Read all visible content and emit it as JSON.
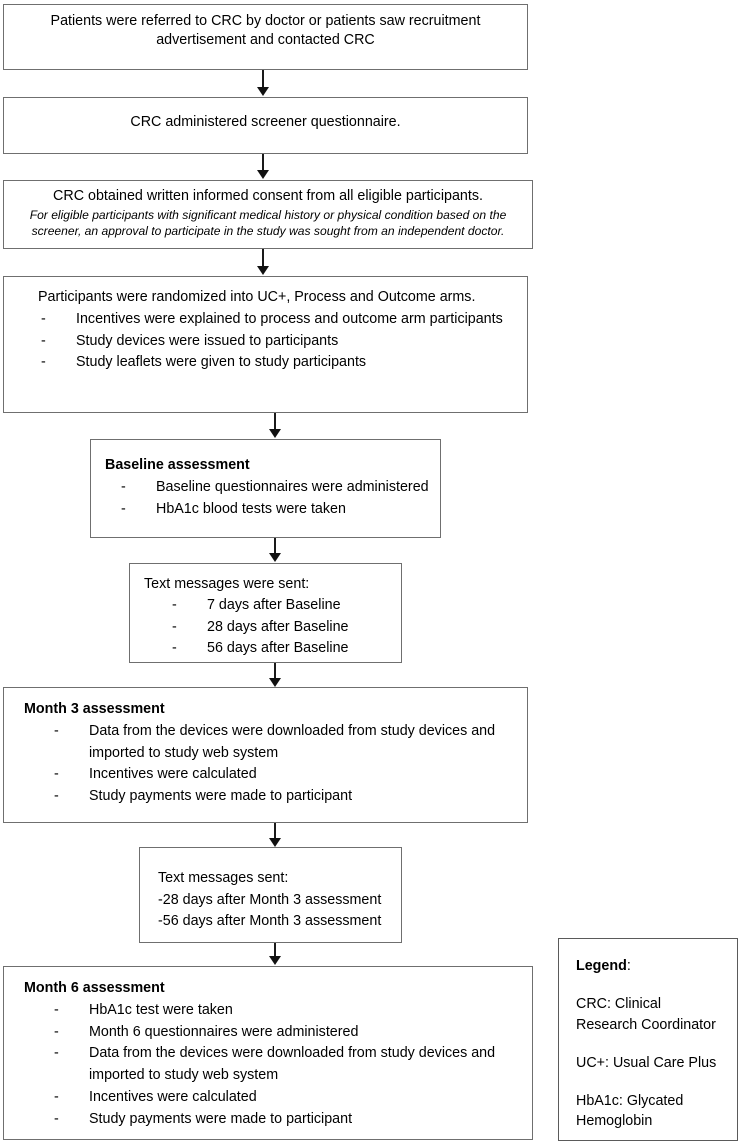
{
  "flow": {
    "steps": [
      {
        "id": "referral",
        "title": "Patients were referred to CRC by doctor or patients saw recruitment advertisement and contacted CRC",
        "align": "center"
      },
      {
        "id": "screener",
        "title": "CRC administered screener questionnaire.",
        "align": "center"
      },
      {
        "id": "consent",
        "title": "CRC obtained written informed consent from all eligible participants.",
        "note": "For eligible participants with significant medical history or physical condition based on the screener, an approval to participate in the study was sought from an independent doctor."
      },
      {
        "id": "randomization",
        "title": "Participants were randomized into UC+, Process and Outcome arms.",
        "items": [
          "Incentives were explained to process and outcome arm participants",
          "Study devices were issued to participants",
          "Study leaflets were given to study participants"
        ]
      },
      {
        "id": "baseline",
        "heading": "Baseline assessment",
        "items": [
          "Baseline questionnaires were administered",
          "HbA1c blood tests were taken"
        ]
      },
      {
        "id": "texts-baseline",
        "title": "Text messages were sent:",
        "items": [
          "7 days after Baseline",
          "28 days after Baseline",
          "56 days after Baseline"
        ]
      },
      {
        "id": "month3",
        "heading": "Month 3 assessment",
        "items": [
          "Data from the devices were downloaded from study devices and imported to study web system",
          "Incentives were calculated",
          "Study payments were made to participant"
        ]
      },
      {
        "id": "texts-month3",
        "title": "Text messages sent:",
        "lines": [
          "-28 days after Month 3 assessment",
          "-56 days after Month 3 assessment"
        ]
      },
      {
        "id": "month6",
        "heading": "Month 6 assessment",
        "items": [
          "HbA1c test were taken",
          "Month 6 questionnaires were administered",
          "Data from the devices were downloaded from study devices and imported to study web system",
          "Incentives were calculated",
          "Study payments were made to participant"
        ]
      }
    ]
  },
  "legend": {
    "title": "Legend",
    "colon": ":",
    "entries": [
      "CRC: Clinical Research Coordinator",
      "UC+: Usual Care Plus",
      "HbA1c: Glycated Hemoglobin"
    ]
  },
  "colors": {
    "box_border": "#6f6f6f",
    "connector": "#111111",
    "text": "#000000",
    "background": "#ffffff"
  }
}
